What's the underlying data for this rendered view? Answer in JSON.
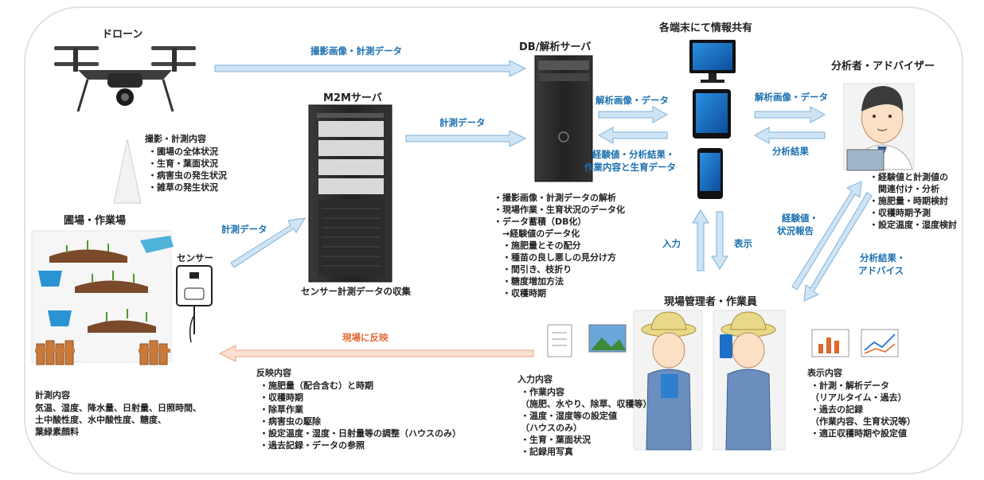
{
  "drone": {
    "title": "ドローン",
    "content_title": "撮影・計測内容",
    "content_items": [
      "・圃場の全体状況",
      "・生育・葉面状況",
      "・病害虫の発生状況",
      "・雑草の発生状況"
    ]
  },
  "m2m": {
    "title": "M2Mサーバ",
    "caption": "センサー計測データの収集"
  },
  "db": {
    "title": "DB/解析サーバ",
    "functions": [
      "・撮影画像・計測データの解析",
      "・現場作業・生育状況のデータ化",
      "・データ蓄積（DB化）",
      "　→経験値のデータ化",
      "　・施肥量とその配分",
      "　・種苗の良し悪しの見分け方",
      "　・間引き、枝折り",
      "　・糖度増加方法",
      "　・収穫時期"
    ]
  },
  "devices": {
    "title": "各端末にて情報共有"
  },
  "analyst": {
    "title": "分析者・アドバイザー",
    "tasks": [
      "・経験値と計測値の",
      "　関連付け・分析",
      "・施肥量・時期検討",
      "・収穫時期予測",
      "・設定温度・湿度検討"
    ]
  },
  "field": {
    "title": "圃場・作業場",
    "sensor_label": "センサー",
    "measure_title": "計測内容",
    "measure_items": [
      "気温、湿度、降水量、日射量、日照時間、",
      "土中酸性度、水中酸性度、糖度、",
      "葉緑素顔料"
    ]
  },
  "manager": {
    "title": "現場管理者・作業員"
  },
  "input": {
    "title": "入力内容",
    "items": [
      "・作業内容",
      "（施肥、水やり、除草、収穫等）",
      "・温度・湿度等の設定値",
      "（ハウスのみ）",
      "・生育・葉面状況",
      "・記録用写真"
    ]
  },
  "display": {
    "title": "表示内容",
    "items": [
      "・計測・解析データ",
      "（リアルタイム・過去）",
      "・過去の記録",
      "（作業内容、生育状況等）",
      "・適正収穫時期や設定値"
    ]
  },
  "reflect": {
    "title": "反映内容",
    "items": [
      "・施肥量（配合含む）と時期",
      "・収穫時期",
      "・除草作業",
      "・病害虫の駆除",
      "・設定温度・湿度・日射量等の調整（ハウスのみ）",
      "・過去記録・データの参照"
    ]
  },
  "arrows": {
    "drone_to_db": "撮影画像・計測データ",
    "m2m_to_db": "計測データ",
    "sensor_to_m2m": "計測データ",
    "db_to_devices": "解析画像・データ",
    "devices_to_db_line1": "経験値・分析結果・",
    "devices_to_db_line2": "作業内容と生育データ",
    "devices_to_analyst": "解析画像・データ",
    "analyst_to_devices": "分析結果",
    "input": "入力",
    "display": "表示",
    "manager_to_analyst_line1": "経験値・",
    "manager_to_analyst_line2": "状況報告",
    "analyst_to_manager_line1": "分析結果・",
    "analyst_to_manager_line2": "アドバイス",
    "reflect_to_field": "現場に反映"
  },
  "colors": {
    "arrow_fill": "#cfe4f4",
    "arrow_stroke": "#7fb2d9",
    "reflect_fill": "#fbe0d3",
    "reflect_stroke": "#eea27d",
    "label_blue": "#1a6fb0",
    "label_orange": "#e06a33"
  }
}
